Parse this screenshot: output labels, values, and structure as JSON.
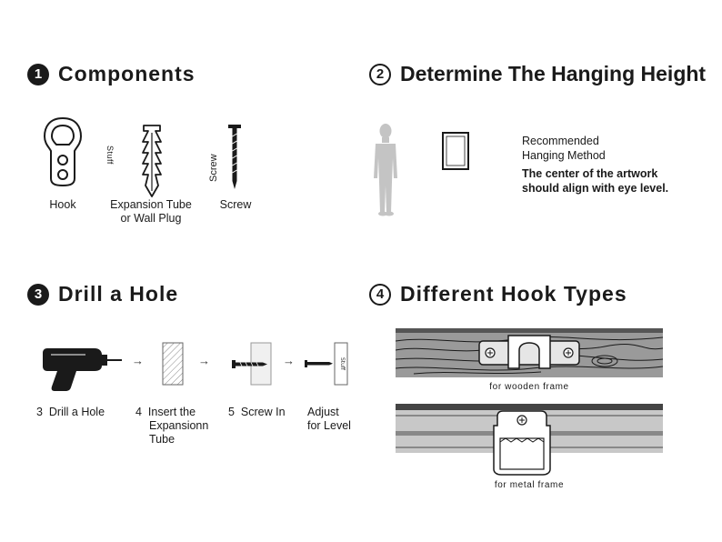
{
  "sections": {
    "components": {
      "number": "1",
      "title": "Components"
    },
    "height": {
      "number": "2",
      "title": "Determine The Hanging Height"
    },
    "drill": {
      "number": "3",
      "title": "Drill a Hole"
    },
    "hooks": {
      "number": "4",
      "title": "Different Hook Types"
    }
  },
  "components": {
    "hook_label": "Hook",
    "tube_label_line1": "Expansion Tube",
    "tube_label_line2": "or Wall Plug",
    "tube_side_text": "Stuff",
    "screw_label": "Screw",
    "screw_side_text": "Screw"
  },
  "height": {
    "line1": "Recommended",
    "line2": "Hanging Method",
    "line3": "The center of the artwork",
    "line4": "should align with eye level."
  },
  "steps": [
    {
      "number": "3",
      "lines": [
        "Drill a Hole"
      ]
    },
    {
      "number": "4",
      "lines": [
        "Insert the",
        "Expansionn",
        "Tube"
      ]
    },
    {
      "number": "5",
      "lines": [
        "Screw In"
      ]
    },
    {
      "number": "",
      "lines": [
        "Adjust",
        "for Level"
      ]
    }
  ],
  "step_arrow": "→",
  "hooks": {
    "wooden_caption": "for wooden frame",
    "metal_caption": "for metal frame"
  },
  "colors": {
    "ink": "#1a1a1a",
    "wood": "#9a9a9a",
    "metal": "#c8c8c8",
    "silhouette": "#c4c4c4"
  }
}
